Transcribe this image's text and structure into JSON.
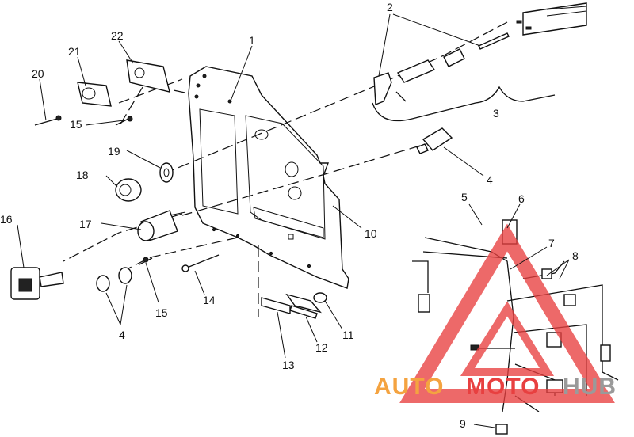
{
  "callouts": [
    "1",
    "2",
    "3",
    "4",
    "4",
    "5",
    "6",
    "7",
    "8",
    "9",
    "10",
    "11",
    "12",
    "13",
    "14",
    "15",
    "15",
    "16",
    "17",
    "18",
    "19",
    "20",
    "21",
    "22"
  ],
  "watermark": {
    "part1": "AUTO",
    "part2": "MOTO",
    "part3": "HUB",
    "color_orange": "#f4a340",
    "color_red": "#e84040",
    "color_grey": "#9a9a9a"
  }
}
